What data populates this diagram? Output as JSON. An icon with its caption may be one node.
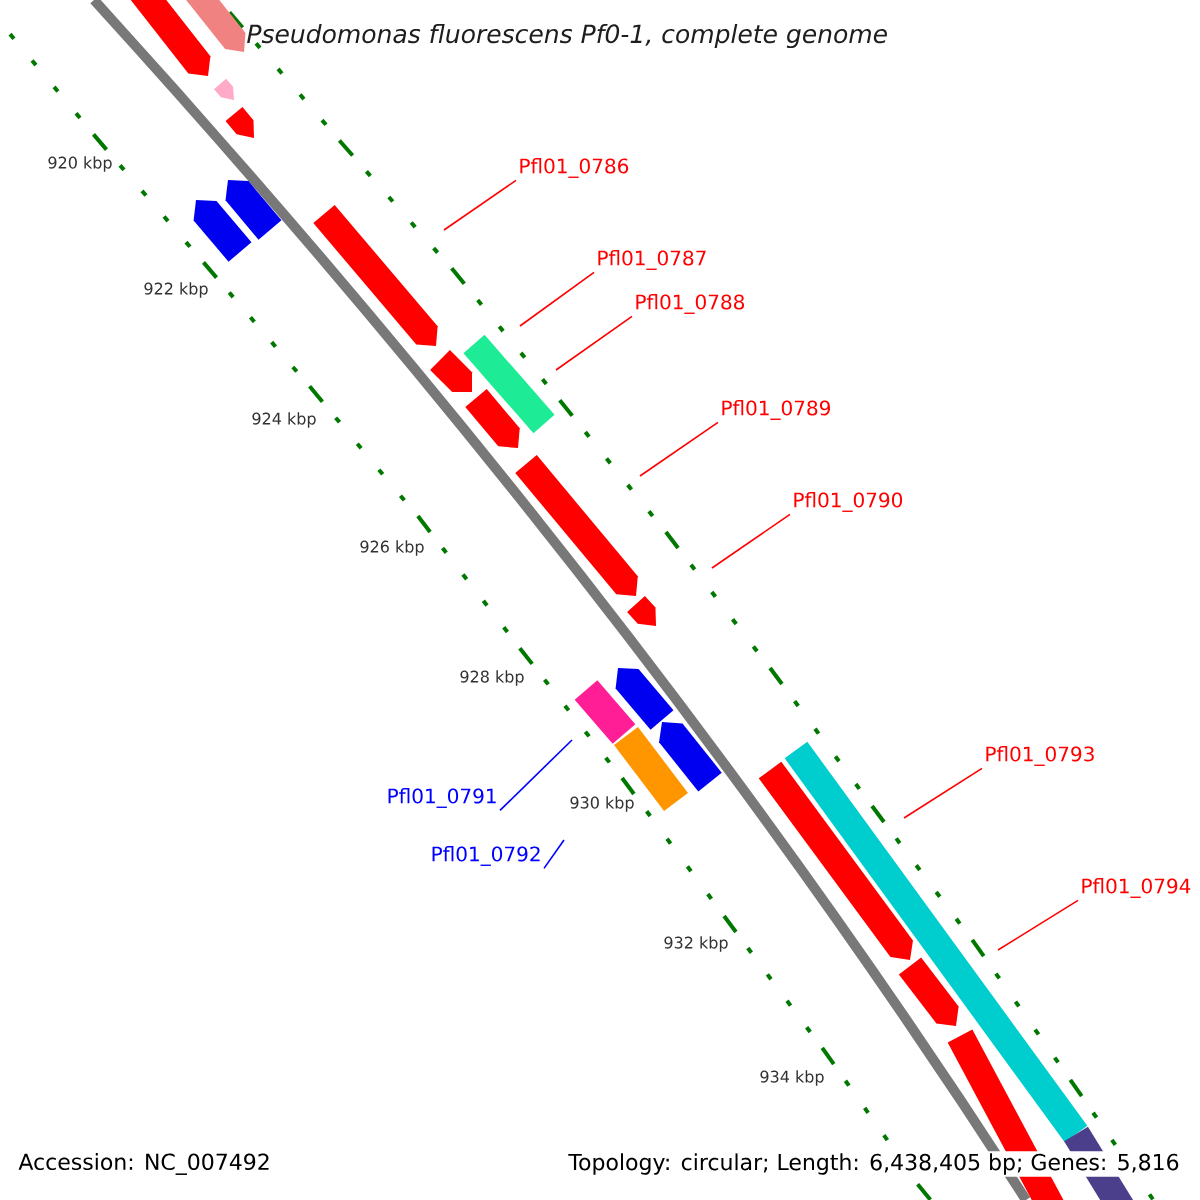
{
  "diagram": {
    "title": "Pseudomonas fluorescens Pf0-1, complete genome",
    "nodes": [
      {
        "text": [
          "Pfl01_0786"
        ]
      },
      {
        "text": [
          "Pfl01_0787"
        ]
      },
      {
        "text": [
          "Pfl01_0788"
        ]
      },
      {
        "text": [
          "Pfl01_0789"
        ]
      },
      {
        "text": [
          "Pfl01_0790"
        ]
      },
      {
        "text": [
          "Pfl01_0791"
        ]
      },
      {
        "text": [
          "Pfl01_0792"
        ]
      },
      {
        "text": [
          "Pfl01_0793"
        ]
      },
      {
        "text": [
          "Pfl01_0794"
        ]
      }
    ],
    "edges": [
      {
        "from": 0,
        "to": null,
        "arrow": "none"
      },
      {
        "from": 1,
        "to": null,
        "arrow": "none"
      },
      {
        "from": 2,
        "to": null,
        "arrow": "none"
      },
      {
        "from": 3,
        "to": null,
        "arrow": "none"
      },
      {
        "from": 4,
        "to": null,
        "arrow": "none"
      },
      {
        "from": 5,
        "to": null,
        "arrow": "none",
        "color": "#0000ff"
      },
      {
        "from": 6,
        "to": null,
        "arrow": "none",
        "color": "#0000ff"
      },
      {
        "from": 7,
        "to": null,
        "arrow": "none"
      },
      {
        "from": 8,
        "to": null,
        "arrow": "none"
      }
    ],
    "labels": [
      "920 kbp",
      "922 kbp",
      "924 kbp",
      "926 kbp",
      "928 kbp",
      "930 kbp",
      "932 kbp",
      "934 kbp",
      "Accession: NC_007492",
      "Topology: circular; Length: 6,438,405 bp; Genes: 5,816"
    ]
  }
}
